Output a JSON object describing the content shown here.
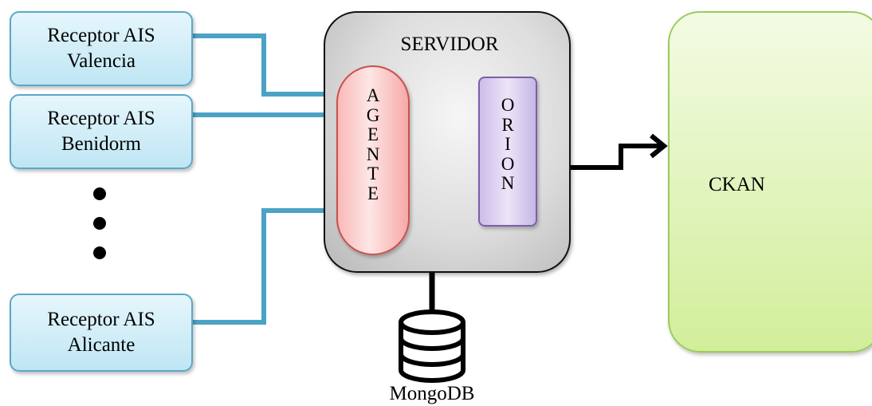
{
  "receptors": [
    {
      "line1": "Receptor AIS",
      "line2": "Valencia"
    },
    {
      "line1": "Receptor AIS",
      "line2": "Benidorm"
    },
    {
      "line1": "Receptor AIS",
      "line2": "Alicante"
    }
  ],
  "servidor": {
    "title": "SERVIDOR"
  },
  "agente": {
    "letters": [
      "A",
      "G",
      "E",
      "N",
      "T",
      "E"
    ]
  },
  "orion": {
    "letters": [
      "O",
      "R",
      "I",
      "O",
      "N"
    ]
  },
  "ckan": {
    "label": "CKAN"
  },
  "database": {
    "label": "MongoDB",
    "icon": "database-icon"
  },
  "colors": {
    "receptor_wire": "#4aa3c5",
    "receptor_fill": "#bfe6f4",
    "agente_fill": "#f9b9b8",
    "orion_fill": "#cdbdea",
    "ckan_fill": "#d2ee9a",
    "servidor_fill": "#dcdcdc"
  }
}
